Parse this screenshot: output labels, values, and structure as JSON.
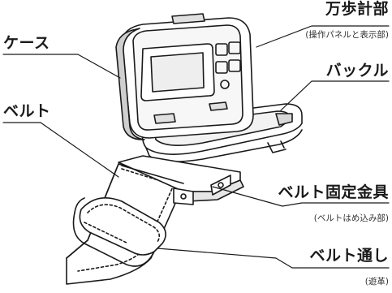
{
  "labels": {
    "pedometer": "万歩計部",
    "pedometer_note": "(操作パネルと表示部)",
    "case": "ケース",
    "buckle": "バックル",
    "belt": "ベルト",
    "belt_fixture": "ベルト固定金具",
    "belt_fixture_note": "(ベルトはめ込み部)",
    "belt_loop": "ベルト通し",
    "belt_loop_note": "(遊革)"
  },
  "colors": {
    "line": "#1a1a1a",
    "fill": "#ffffff",
    "shade": "#e6e6e6",
    "dark": "#bdbdbd"
  }
}
